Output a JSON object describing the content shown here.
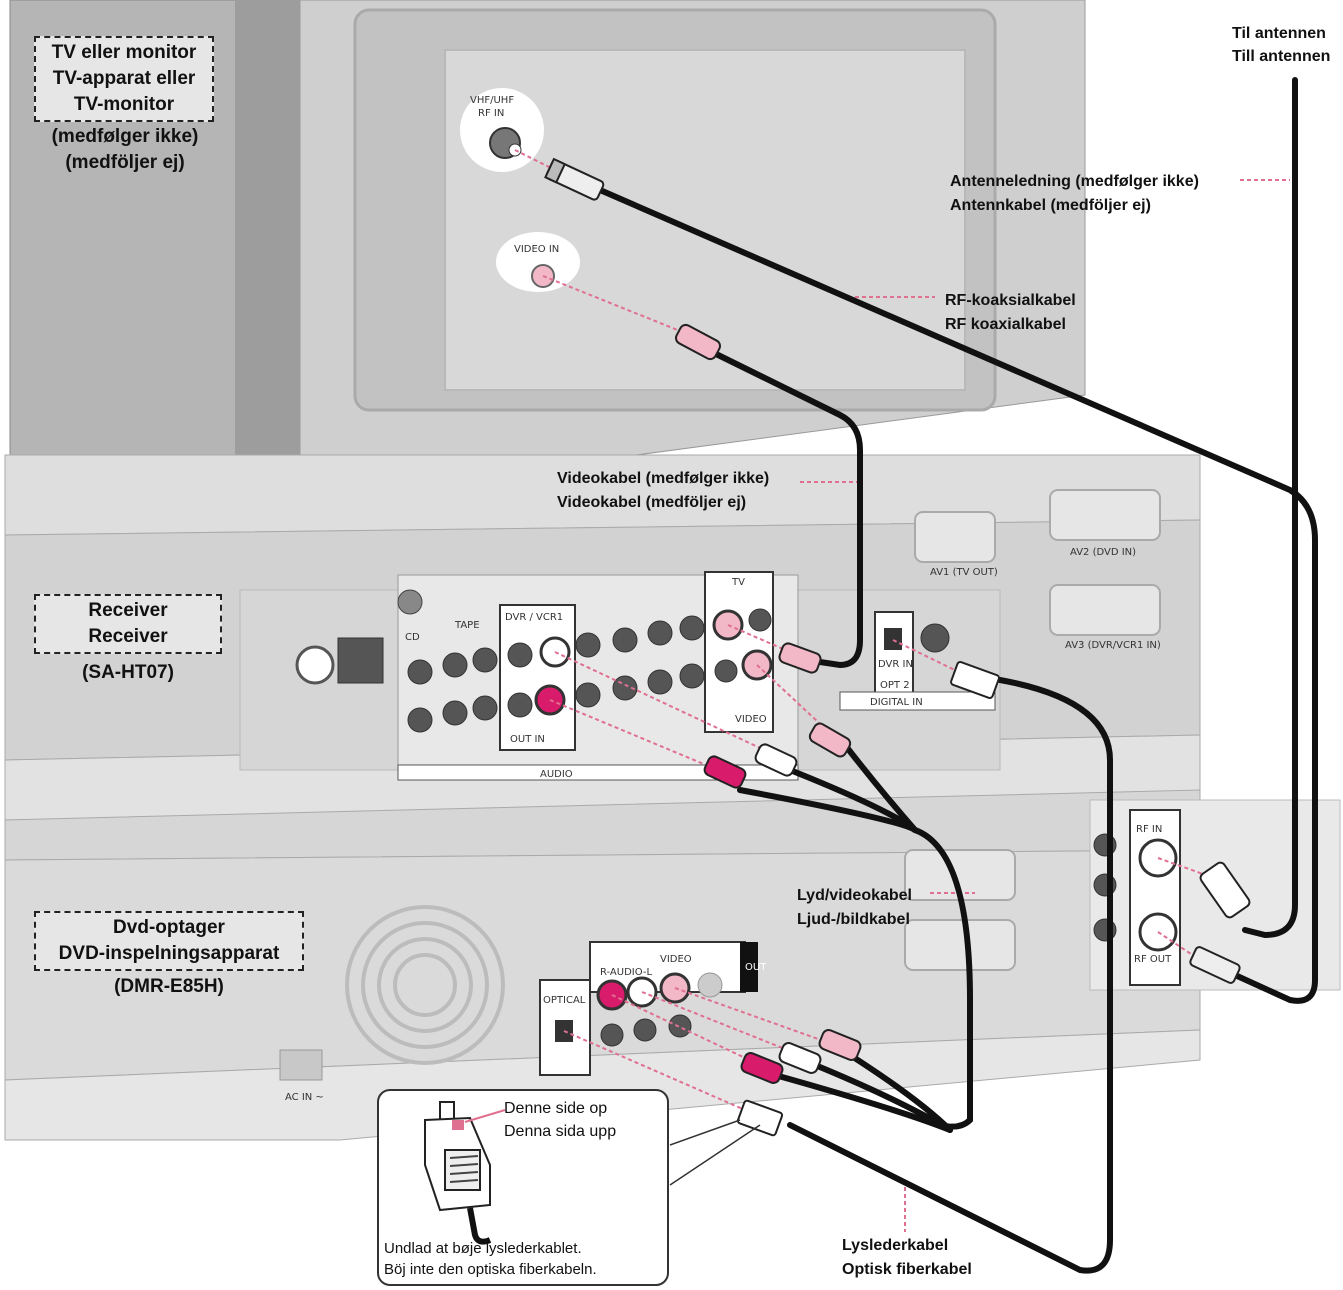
{
  "devices": {
    "tv": {
      "box_lines": [
        "TV eller monitor",
        "TV-apparat eller",
        "TV-monitor"
      ],
      "notes": [
        "(medfølger ikke)",
        "(medföljer ej)"
      ]
    },
    "receiver": {
      "box_lines": [
        "Receiver",
        "Receiver"
      ],
      "model": "(SA-HT07)"
    },
    "dvd": {
      "box_lines": [
        "Dvd-optager",
        "DVD-inspelningsapparat"
      ],
      "model": "(DMR-E85H)"
    }
  },
  "cables": {
    "antenna_dest": [
      "Til antennen",
      "Till antennen"
    ],
    "antenna_cable": [
      "Antenneledning (medfølger ikke)",
      "Antennkabel (medföljer ej)"
    ],
    "rf_coax": [
      "RF-koaksialkabel",
      "RF koaxialkabel"
    ],
    "video_cable": [
      "Videokabel (medfølger ikke)",
      "Videokabel (medföljer ej)"
    ],
    "av_cable": [
      "Lyd/videokabel",
      "Ljud-/bildkabel"
    ],
    "optical_cable": [
      "Lyslederkabel",
      "Optisk fiberkabel"
    ]
  },
  "callout": {
    "side_up": [
      "Denne side op",
      "Denna sida upp"
    ],
    "warning": [
      "Undlad at bøje lyslederkablet.",
      "Böj inte den optiska fiberkabeln."
    ]
  },
  "panel_labels": {
    "tv_rf_in": [
      "VHF/UHF",
      "RF IN"
    ],
    "tv_video_in": "VIDEO IN",
    "dvr_vcr1": "DVR / VCR1",
    "tv_label": "TV",
    "audio": "AUDIO",
    "video": "VIDEO",
    "digital_in": "DIGITAL IN",
    "dvr_in": "DVR IN",
    "opt2": "OPT 2",
    "out_in": "OUT  IN",
    "cd": "CD",
    "tape": "TAPE",
    "av1": "AV1 (TV OUT)",
    "av2": "AV2 (DVD IN)",
    "av3": "AV3 (DVR/VCR1 IN)",
    "rf_in": "RF IN",
    "rf_out": "RF OUT",
    "optical": "OPTICAL",
    "out": "OUT",
    "audio_lr": "R-AUDIO-L",
    "video_label": "VIDEO",
    "ac_in": "AC IN ~"
  },
  "colors": {
    "connector_red": "#d81b6b",
    "connector_pink": "#f2b8c8",
    "guide_line": "#e07090",
    "cable": "#111111",
    "device_gray": "#cfcfcf"
  }
}
